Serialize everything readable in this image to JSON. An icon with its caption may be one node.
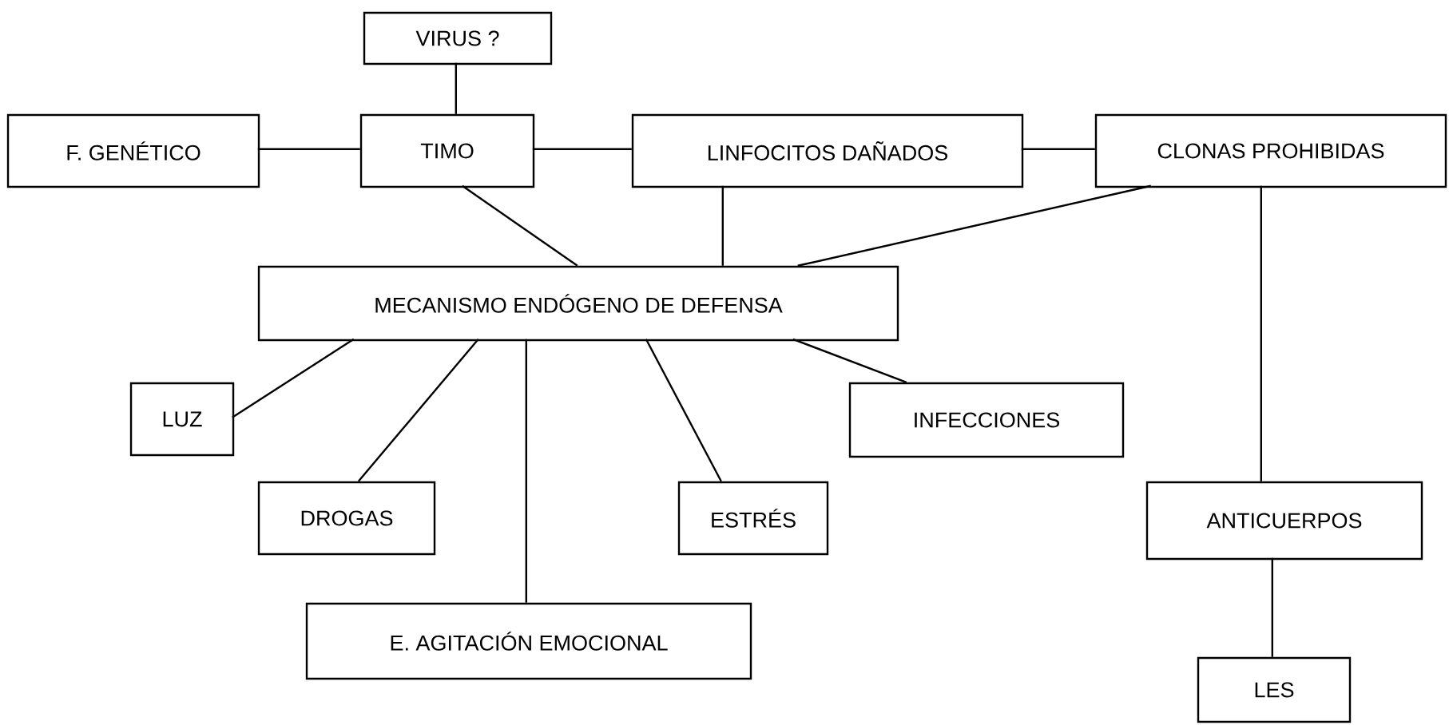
{
  "diagram": {
    "nodes": [
      {
        "text": [
          "VIRUS ?"
        ]
      },
      {
        "text": [
          "F. GENÉTICO"
        ]
      },
      {
        "text": [
          "TIMO"
        ]
      },
      {
        "text": [
          "LINFOCITOS DAÑADOS"
        ]
      },
      {
        "text": [
          "CLONAS PROHIBIDAS"
        ]
      },
      {
        "text": [
          "MECANISMO ENDÓGENO DE DEFENSA"
        ]
      },
      {
        "text": [
          "LUZ"
        ]
      },
      {
        "text": [
          "INFECCIONES"
        ]
      },
      {
        "text": [
          "DROGAS"
        ]
      },
      {
        "text": [
          "ESTRÉS"
        ]
      },
      {
        "text": [
          "ANTICUERPOS"
        ]
      },
      {
        "text": [
          "E. AGITACIÓN EMOCIONAL"
        ]
      },
      {
        "text": [
          "LES"
        ]
      }
    ],
    "edges": [
      {
        "from": 0,
        "to": 2,
        "arrow": "none"
      },
      {
        "from": 1,
        "to": 2,
        "arrow": "none"
      },
      {
        "from": 2,
        "to": 3,
        "arrow": "none"
      },
      {
        "from": 3,
        "to": 4,
        "arrow": "none"
      },
      {
        "from": 2,
        "to": 5,
        "arrow": "none"
      },
      {
        "from": 3,
        "to": 5,
        "arrow": "none"
      },
      {
        "from": 4,
        "to": 5,
        "arrow": "none"
      },
      {
        "from": 5,
        "to": 6,
        "arrow": "none"
      },
      {
        "from": 5,
        "to": 8,
        "arrow": "none"
      },
      {
        "from": 5,
        "to": 11,
        "arrow": "none"
      },
      {
        "from": 5,
        "to": 9,
        "arrow": "none"
      },
      {
        "from": 5,
        "to": 7,
        "arrow": "none"
      },
      {
        "from": 4,
        "to": 10,
        "arrow": "none"
      },
      {
        "from": 10,
        "to": 12,
        "arrow": "none"
      }
    ]
  }
}
